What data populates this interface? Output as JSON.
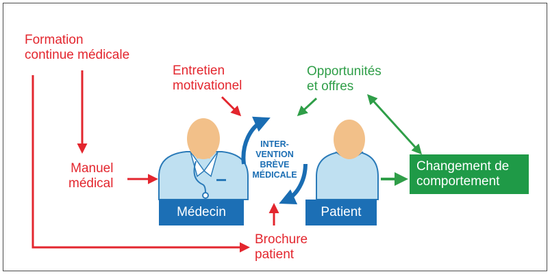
{
  "colors": {
    "red": "#e3262e",
    "green": "#2f9e48",
    "blue": "#1a6db3",
    "box_blue": "#1c6fb5",
    "outcome_green": "#1f9a47",
    "skin": "#f2c089",
    "shirt": "#bfe0f1",
    "shirt_outline": "#2a7ab8"
  },
  "labels": {
    "formation_line1": "Formation",
    "formation_line2": "continue médicale",
    "entretien_line1": "Entretien",
    "entretien_line2": "motivationel",
    "opportunites_line1": "Opportunités",
    "opportunites_line2": "et offres",
    "manuel_line1": "Manuel",
    "manuel_line2": "médical",
    "brochure_line1": "Brochure",
    "brochure_line2": "patient"
  },
  "center": {
    "line1": "INTER-",
    "line2": "VENTION",
    "line3": "BRÈVE",
    "line4": "MÉDICALE"
  },
  "actors": {
    "doctor": "Médecin",
    "patient": "Patient"
  },
  "outcome": {
    "line1": "Changement de",
    "line2": "comportement"
  }
}
